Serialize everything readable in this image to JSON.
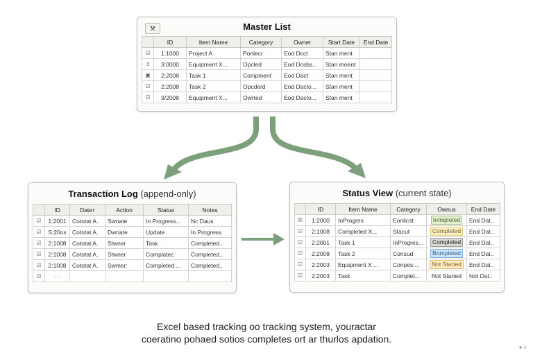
{
  "master": {
    "title": "Master List",
    "icon": "tools-icon",
    "icon_glyph": "⚒",
    "headers": [
      "",
      "ID",
      "Item Name",
      "Category",
      "Owner",
      "Start Date",
      "End Date"
    ],
    "rows": [
      [
        "☑",
        "1:1000",
        "Project A",
        "Ponlecr",
        "Eod Dcct",
        "Stan ment",
        ""
      ],
      [
        "3",
        "3:0000",
        "Equipment X...",
        "Opcled",
        "Eod Dcsbs...",
        "Stan moent",
        ""
      ],
      [
        "▣",
        "2:2008",
        "Task 1",
        "Conipment",
        "Eod Dact",
        "Stan ment",
        ""
      ],
      [
        "☑",
        "2:2008",
        "Task 2",
        "Opcderd",
        "Eod Dacto...",
        "Stan ment",
        ""
      ],
      [
        "☑",
        "3/2008",
        "Equipment X...",
        "Owrted",
        "Eod Dacto...",
        "Stan ment",
        ""
      ]
    ]
  },
  "transaction": {
    "title_main": "Transaction Log",
    "title_sub": "(append-only)",
    "headers": [
      "",
      "ID",
      "Dateт",
      "Action",
      "Status",
      "Notes"
    ],
    "rows": [
      [
        "☑",
        "1:2001",
        "Cototat A.",
        "Swnate",
        "In Progress...",
        "Nc Daus"
      ],
      [
        "☑",
        "S:20os",
        "Cototat A.",
        "Dwriate",
        "Update",
        "In Progress."
      ],
      [
        "☑",
        "2:1008",
        "Cototat A.",
        "Stwner",
        "Task",
        "Completed.."
      ],
      [
        "☑",
        "2:1008",
        "Cototat A.",
        "Stwner",
        "Complatec",
        "Completed.."
      ],
      [
        "☑",
        "2:1008",
        "Cototat A.",
        "Swmer:",
        "Completed ...",
        "Completed.."
      ],
      [
        "☑",
        "·  ·",
        "",
        "",
        "",
        ""
      ]
    ]
  },
  "status_view": {
    "title_main": "Status View",
    "title_sub": "(current state)",
    "headers": [
      "",
      "ID",
      "Item Name",
      "Category",
      "Ownus",
      "End Date"
    ],
    "rows": [
      [
        "☒",
        "1:2000",
        "InProgres",
        "Eonlicst",
        "Inmipleted",
        "End Dat.."
      ],
      [
        "☑",
        "2:1008",
        "Completed X...",
        "Stacut",
        "Completed",
        "End Dat.."
      ],
      [
        "☑",
        "2:2001",
        "Task 1",
        "InProgres...",
        "Completed",
        "End Dat.."
      ],
      [
        "☑",
        "2:2008",
        "Task 2",
        "Consud",
        "Bompleted",
        "End Dat.."
      ],
      [
        "☑",
        "2:2003",
        "Equipment X ...",
        "Conpes....",
        "Not Started",
        "End Dat.."
      ],
      [
        "☑",
        "2:2003",
        "Task",
        "Complet....",
        "Not Started",
        "Not Dat.."
      ]
    ],
    "status_styles": [
      "green",
      "yellow",
      "gray",
      "blue",
      "orange",
      "plain"
    ],
    "status_colors": {
      "green": "#e3efcf",
      "yellow": "#fbf0c8",
      "gray": "#d8d8d6",
      "blue": "#cfe3f7",
      "orange": "#fdeccc"
    }
  },
  "colors": {
    "flow_arrow": "#7c9f7c",
    "flow_arrow_outline": "#4f6e4f"
  },
  "caption": {
    "line1": "Excel based tracking oo tracking system, youractar",
    "line2": "coeratino pohaed sotios completes ort ar thurlos apdation."
  }
}
